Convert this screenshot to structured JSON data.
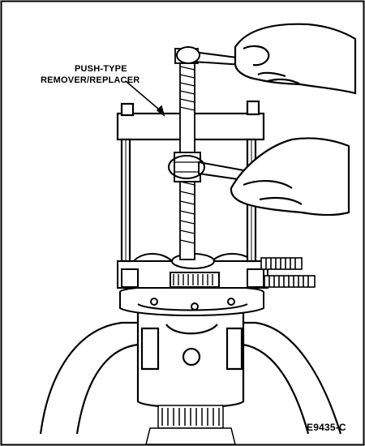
{
  "callout": {
    "line1": "PUSH-TYPE",
    "line2": "REMOVER/REPLACER"
  },
  "figure_code": "E9435-C",
  "colors": {
    "ink": "#000000",
    "paper": "#ffffff",
    "shade": "#4a4a4a"
  }
}
